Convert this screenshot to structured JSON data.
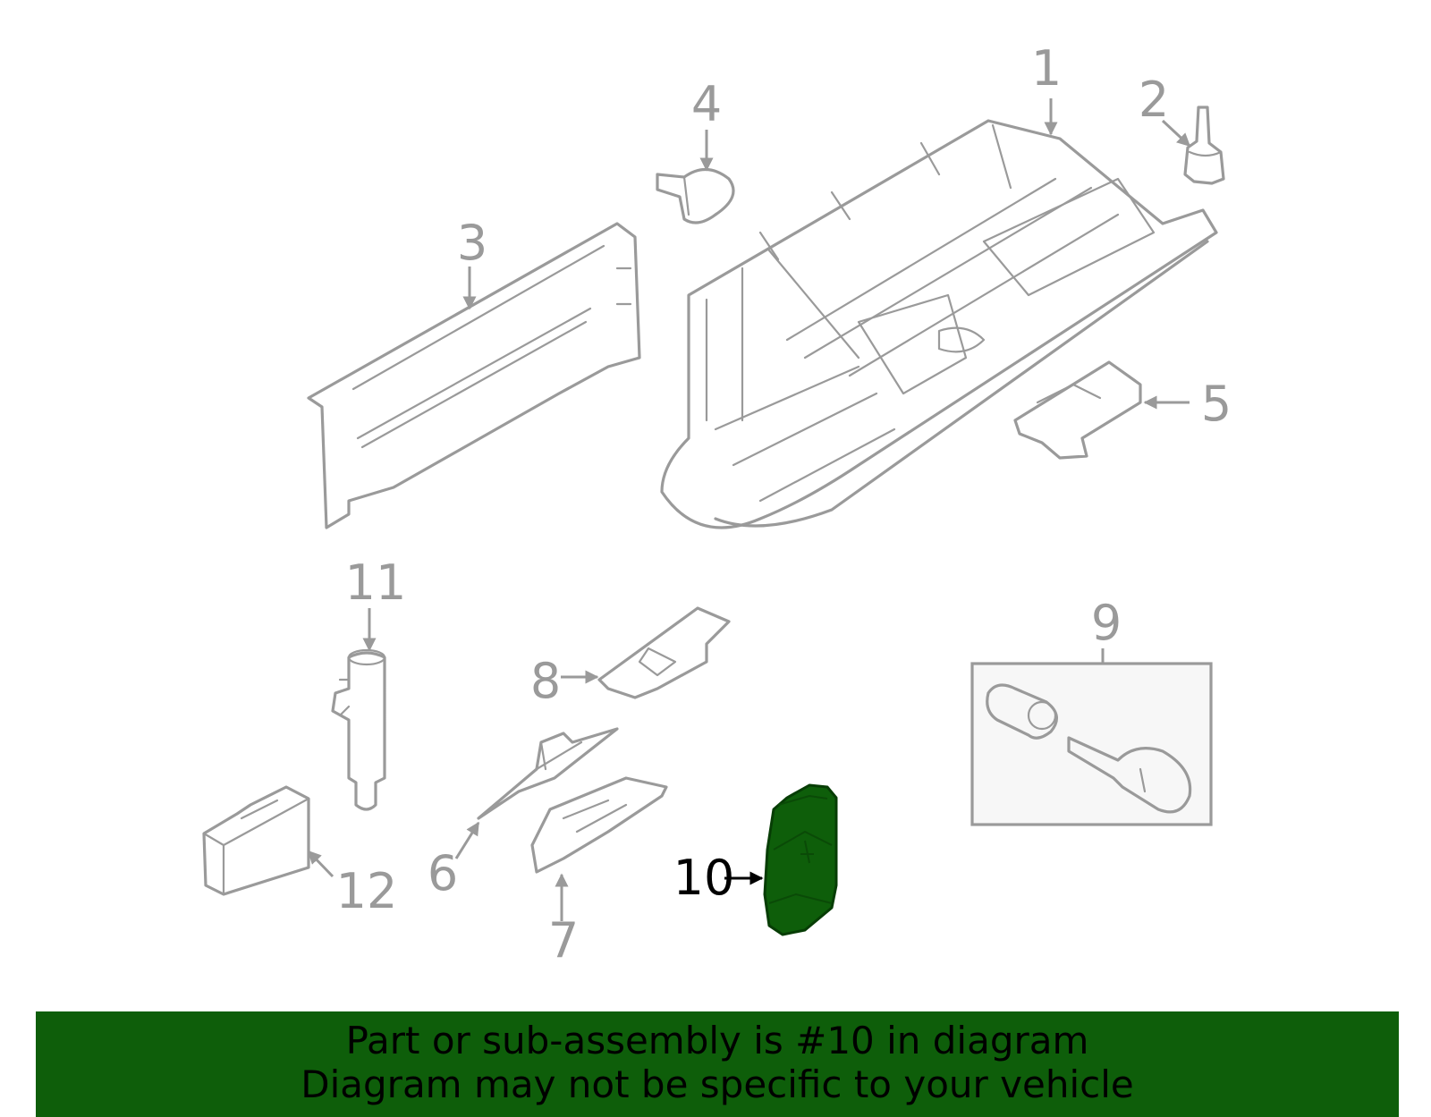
{
  "diagram": {
    "callouts": [
      {
        "id": "1",
        "label": "1"
      },
      {
        "id": "2",
        "label": "2"
      },
      {
        "id": "3",
        "label": "3"
      },
      {
        "id": "4",
        "label": "4"
      },
      {
        "id": "5",
        "label": "5"
      },
      {
        "id": "6",
        "label": "6"
      },
      {
        "id": "7",
        "label": "7"
      },
      {
        "id": "8",
        "label": "8"
      },
      {
        "id": "9",
        "label": "9"
      },
      {
        "id": "10",
        "label": "10"
      },
      {
        "id": "11",
        "label": "11"
      },
      {
        "id": "12",
        "label": "12"
      }
    ],
    "highlighted_part": "10",
    "highlight_color": "#0e5e0a"
  },
  "banner": {
    "line1": "Part or sub-assembly is #10 in diagram",
    "line2": "Diagram may not be specific to your vehicle",
    "background": "#0e5e0a"
  }
}
